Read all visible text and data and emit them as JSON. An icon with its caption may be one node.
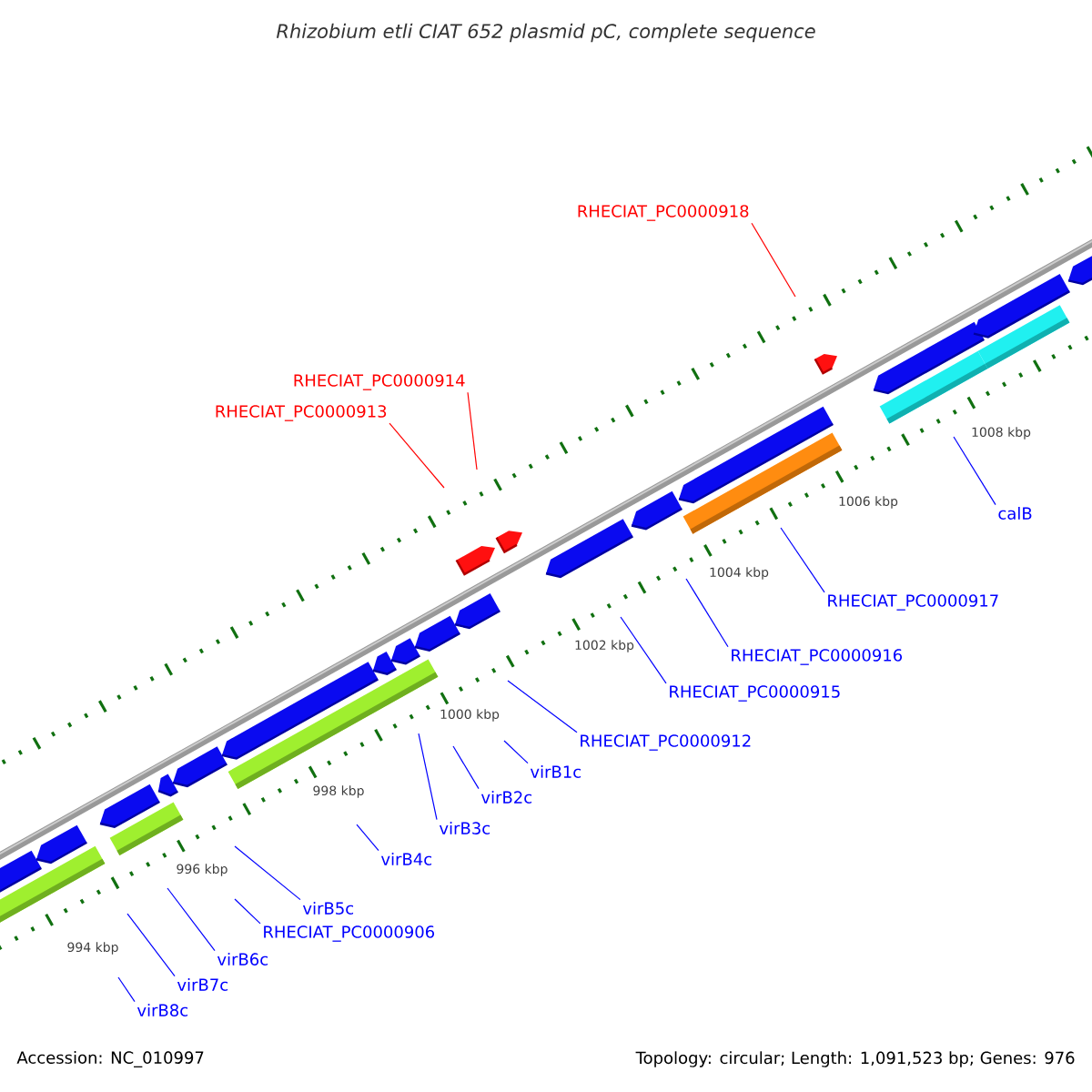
{
  "diagram": {
    "title": "Rhizobium etli CIAT 652 plasmid pC, complete sequence",
    "nodes": [
      {
        "text": [
          "RHECIAT_PC0000918"
        ]
      },
      {
        "text": [
          "RHECIAT_PC0000914"
        ]
      },
      {
        "text": [
          "RHECIAT_PC0000913"
        ]
      },
      {
        "text": [
          "calB"
        ]
      },
      {
        "text": [
          "RHECIAT_PC0000917"
        ]
      },
      {
        "text": [
          "RHECIAT_PC0000916"
        ]
      },
      {
        "text": [
          "RHECIAT_PC0000915"
        ]
      },
      {
        "text": [
          "RHECIAT_PC0000912"
        ]
      },
      {
        "text": [
          "virB1c"
        ]
      },
      {
        "text": [
          "virB2c"
        ]
      },
      {
        "text": [
          "virB3c"
        ]
      },
      {
        "text": [
          "virB4c"
        ]
      },
      {
        "text": [
          "virB5c"
        ]
      },
      {
        "text": [
          "RHECIAT_PC0000906"
        ]
      },
      {
        "text": [
          "virB6c"
        ]
      },
      {
        "text": [
          "virB7c"
        ]
      },
      {
        "text": [
          "virB8c"
        ]
      }
    ],
    "edges": [
      {
        "from": 0,
        "to": null,
        "arrow": "none",
        "color": "#ff0000"
      },
      {
        "from": 1,
        "to": null,
        "arrow": "none",
        "color": "#ff0000"
      },
      {
        "from": 2,
        "to": null,
        "arrow": "none",
        "color": "#ff0000"
      },
      {
        "from": 3,
        "to": null,
        "arrow": "none"
      },
      {
        "from": 4,
        "to": null,
        "arrow": "none"
      },
      {
        "from": 5,
        "to": null,
        "arrow": "none"
      },
      {
        "from": 6,
        "to": null,
        "arrow": "none"
      },
      {
        "from": 7,
        "to": null,
        "arrow": "none"
      },
      {
        "from": 8,
        "to": null,
        "arrow": "none"
      },
      {
        "from": 9,
        "to": null,
        "arrow": "none"
      },
      {
        "from": 10,
        "to": null,
        "arrow": "none"
      },
      {
        "from": 11,
        "to": null,
        "arrow": "none"
      },
      {
        "from": 12,
        "to": null,
        "arrow": "none"
      },
      {
        "from": 13,
        "to": null,
        "arrow": "none"
      },
      {
        "from": 14,
        "to": null,
        "arrow": "none"
      },
      {
        "from": 15,
        "to": null,
        "arrow": "none"
      },
      {
        "from": 16,
        "to": null,
        "arrow": "none"
      }
    ],
    "labels": [
      "1008 kbp",
      "1006 kbp",
      "1004 kbp",
      "1002 kbp",
      "1000 kbp",
      "998 kbp",
      "996 kbp",
      "994 kbp",
      "Accession: NC_010997",
      "Topology: circular; Length: 1,091,523 bp; Genes: 976"
    ]
  }
}
